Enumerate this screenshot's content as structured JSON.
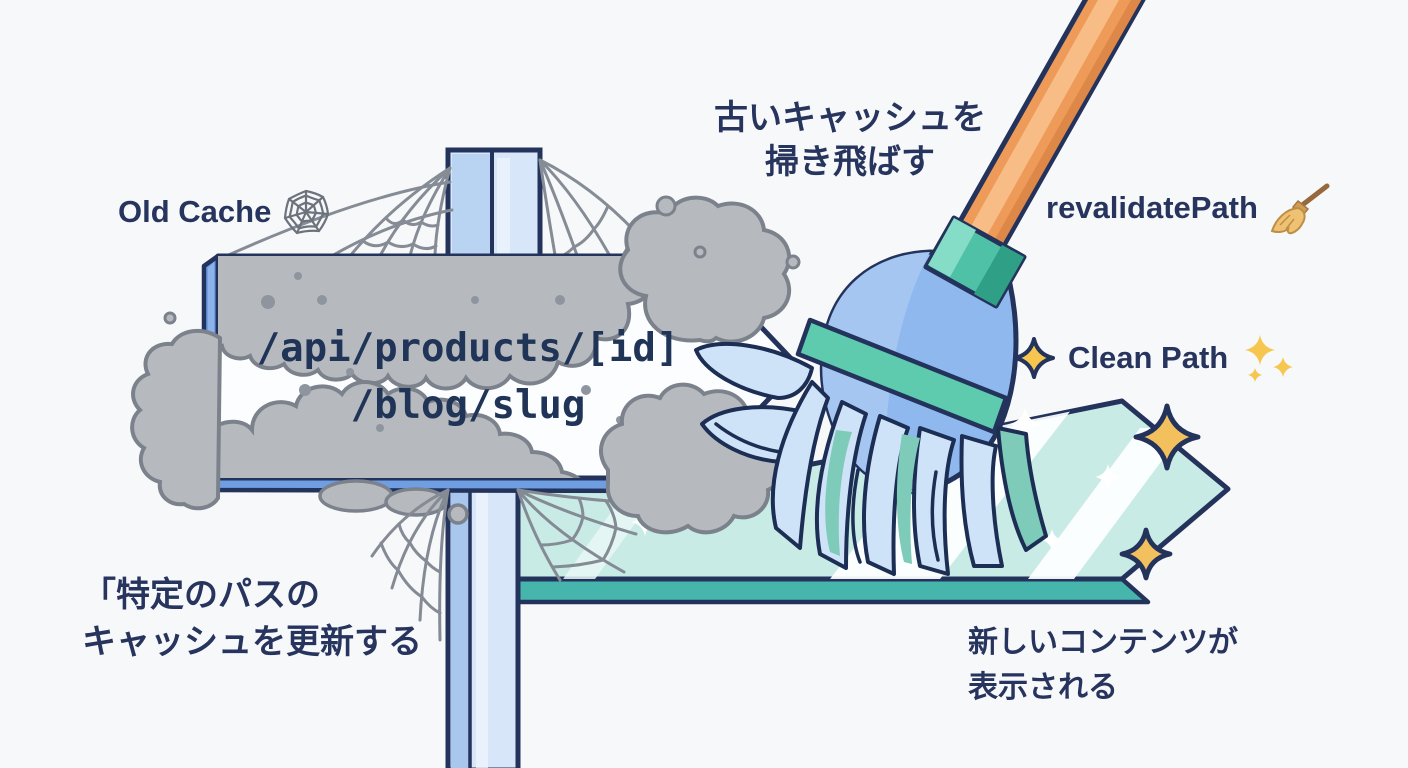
{
  "figure": {
    "top_caption": {
      "line1": "古いキャッシュを",
      "line2": "掃き飛ばす"
    },
    "old_cache_label": "Old Cache",
    "revalidate_label": "revalidatePath",
    "clean_path_label": "Clean Path",
    "old_sign": {
      "line1": "/api/products/[id]",
      "line2": "/blog/slug"
    },
    "left_caption": {
      "line1": "「特定のパスの",
      "line2": "キャッシュを更新する"
    },
    "right_caption": {
      "line1": "新しいコンテンツが",
      "line2": "表示される"
    },
    "icons": {
      "old_cache": "spider-web-icon",
      "revalidate": "broom-icon",
      "clean_path_leading": "sparkle-star-icon",
      "clean_path_trailing": "sparkles-icon"
    },
    "colors": {
      "text_navy": "#27355e",
      "outline_navy": "#24335c",
      "sign_white": "#fcfdff",
      "sign_mint": "#c9ebe6",
      "sign_teal_edge": "#46b6ac",
      "post_blue": "#d7e7f9",
      "broom_orange": "#ee9a58",
      "broom_blue": "#8fb9ee",
      "broom_teal": "#5ecaae",
      "bristle_blue": "#cfe3f8",
      "dust_gray": "#b6babf",
      "star_gold": "#f3c05e"
    }
  }
}
